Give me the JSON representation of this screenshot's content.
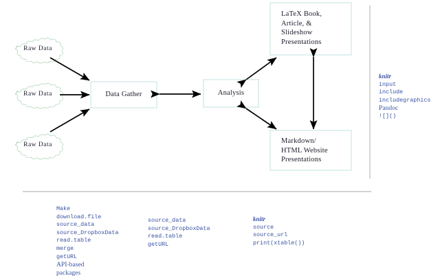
{
  "diagram": {
    "title": "Reproducible research workflow diagram",
    "colors": {
      "box_border": "#c3e1e1",
      "cloud_border": "#bddcc3",
      "arrow": "#000000",
      "text": "#1b1b2b",
      "code_text": "#3a53a4",
      "divider": "#cccccc",
      "background": "#ffffff"
    },
    "sources": [
      {
        "label": "Raw Data"
      },
      {
        "label": "Raw Data"
      },
      {
        "label": "Raw Data"
      }
    ],
    "process_nodes": [
      {
        "id": "data-gather",
        "label": "Data Gather"
      },
      {
        "id": "analysis",
        "label": "Analysis"
      }
    ],
    "output_nodes": [
      {
        "id": "latex-output",
        "label": "LaTeX Book,\nArticle, &\nSlideshow\nPresentations"
      },
      {
        "id": "markdown-output",
        "label": "Markdown/\nHTML Website\nPresentations"
      }
    ],
    "side_panel": {
      "lines": [
        {
          "text": "knitr",
          "style": "italic"
        },
        {
          "text": "input",
          "style": "mono"
        },
        {
          "text": "include",
          "style": "mono"
        },
        {
          "text": "includegraphics",
          "style": "mono"
        },
        {
          "text": "Pandoc",
          "style": "serif"
        },
        {
          "text": "![]()",
          "style": "mono"
        }
      ]
    },
    "bottom_columns": [
      {
        "id": "gather-commands",
        "lines": [
          {
            "text": "Make",
            "style": "mono"
          },
          {
            "text": "download.file",
            "style": "mono"
          },
          {
            "text": "source_data",
            "style": "mono"
          },
          {
            "text": "source_DropboxData",
            "style": "mono"
          },
          {
            "text": "read.table",
            "style": "mono"
          },
          {
            "text": "merge",
            "style": "mono"
          },
          {
            "text": "getURL",
            "style": "mono"
          },
          {
            "text": "API-based",
            "style": "serif"
          },
          {
            "text": "packages",
            "style": "serif"
          }
        ]
      },
      {
        "id": "analysis-commands",
        "lines": [
          {
            "text": "source_data",
            "style": "mono"
          },
          {
            "text": "source_DropboxData",
            "style": "mono"
          },
          {
            "text": "read.table",
            "style": "mono"
          },
          {
            "text": "getURL",
            "style": "mono"
          }
        ]
      },
      {
        "id": "presentation-commands",
        "lines": [
          {
            "text": "knitr",
            "style": "italic"
          },
          {
            "text": "source",
            "style": "mono"
          },
          {
            "text": "source_url",
            "style": "mono"
          },
          {
            "text": "print(xtable())",
            "style": "mono"
          }
        ]
      }
    ]
  }
}
